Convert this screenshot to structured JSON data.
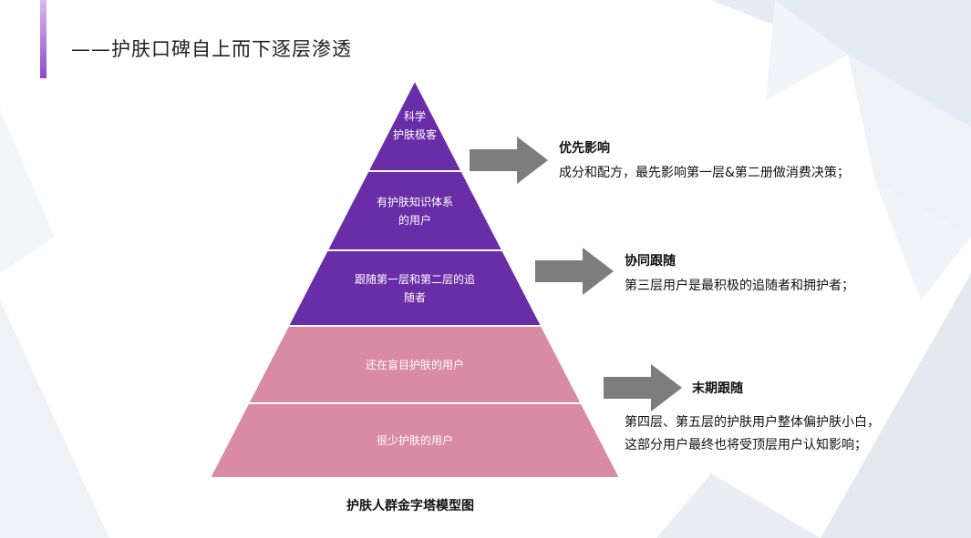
{
  "slide": {
    "title": "——护肤口碑自上而下逐层渗透",
    "caption": "护肤人群金字塔模型图"
  },
  "pyramid": {
    "levels": [
      {
        "lines": [
          "科学",
          "护肤极客"
        ],
        "color": "#6a2da8"
      },
      {
        "lines": [
          "有护肤知识体系",
          "的用户"
        ],
        "color": "#6a2da8"
      },
      {
        "lines": [
          "跟随第一层和第二层的追",
          "随者"
        ],
        "color": "#6a2da8"
      },
      {
        "lines": [
          "还在盲目护肤的用户"
        ],
        "color": "#d98aa5"
      },
      {
        "lines": [
          "很少护肤的用户"
        ],
        "color": "#d98aa5"
      }
    ]
  },
  "annotations": [
    {
      "heading": "优先影响",
      "lines": [
        "成分和配方，最先影响第一层&第二册做消费决策；"
      ]
    },
    {
      "heading": "协同跟随",
      "lines": [
        "第三层用户是最积极的追随者和拥护者；"
      ]
    },
    {
      "heading": "末期跟随",
      "lines": [
        "第四层、第五层的护肤用户整体偏护肤小白，",
        "这部分用户最终也将受顶层用户认知影响；"
      ]
    }
  ],
  "colors": {
    "arrow": "#7d7d7d",
    "purple": "#6a2da8",
    "pink": "#d98aa5"
  }
}
